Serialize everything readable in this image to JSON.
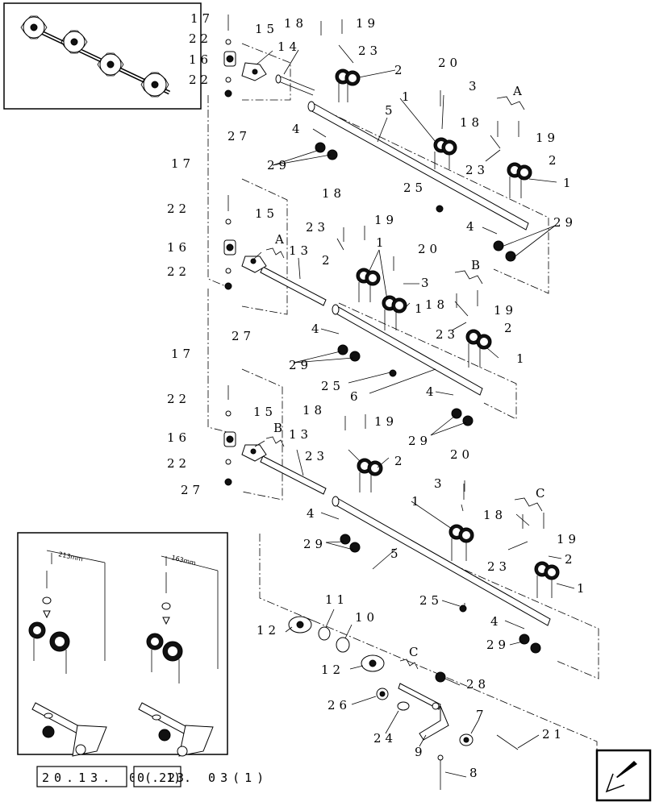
{
  "callouts": [
    {
      "id": "c17a",
      "text": "17"
    },
    {
      "id": "c22a",
      "text": "22"
    },
    {
      "id": "c16a",
      "text": "16"
    },
    {
      "id": "c22b",
      "text": "22"
    },
    {
      "id": "c27a",
      "text": "27"
    },
    {
      "id": "c15a",
      "text": "15"
    },
    {
      "id": "c14",
      "text": "14"
    },
    {
      "id": "c18a",
      "text": "18"
    },
    {
      "id": "c19a",
      "text": "19"
    },
    {
      "id": "c23a",
      "text": "23"
    },
    {
      "id": "c2a",
      "text": "2"
    },
    {
      "id": "c20a",
      "text": "20"
    },
    {
      "id": "c3a",
      "text": "3"
    },
    {
      "id": "c1a",
      "text": "1"
    },
    {
      "id": "c5a",
      "text": "5"
    },
    {
      "id": "c4a",
      "text": "4"
    },
    {
      "id": "c29a",
      "text": "29"
    },
    {
      "id": "cA1",
      "text": "A"
    },
    {
      "id": "c18b",
      "text": "18"
    },
    {
      "id": "c19b",
      "text": "19"
    },
    {
      "id": "c23b",
      "text": "23"
    },
    {
      "id": "c2b",
      "text": "2"
    },
    {
      "id": "c1b",
      "text": "1"
    },
    {
      "id": "c25a",
      "text": "25"
    },
    {
      "id": "c4b",
      "text": "4"
    },
    {
      "id": "c29b",
      "text": "29"
    },
    {
      "id": "c17b",
      "text": "17"
    },
    {
      "id": "c22c",
      "text": "22"
    },
    {
      "id": "c16b",
      "text": "16"
    },
    {
      "id": "c22d",
      "text": "22"
    },
    {
      "id": "c27b",
      "text": "27"
    },
    {
      "id": "c15b",
      "text": "15"
    },
    {
      "id": "cA2",
      "text": "A"
    },
    {
      "id": "c13a",
      "text": "13"
    },
    {
      "id": "c18c",
      "text": "18"
    },
    {
      "id": "c23c",
      "text": "23"
    },
    {
      "id": "c19c",
      "text": "19"
    },
    {
      "id": "c2c",
      "text": "2"
    },
    {
      "id": "c1c",
      "text": "1"
    },
    {
      "id": "c20b",
      "text": "20"
    },
    {
      "id": "c3b",
      "text": "3"
    },
    {
      "id": "c1d",
      "text": "1"
    },
    {
      "id": "cB1",
      "text": "B"
    },
    {
      "id": "c18d",
      "text": "18"
    },
    {
      "id": "c19d",
      "text": "19"
    },
    {
      "id": "c23d",
      "text": "23"
    },
    {
      "id": "c2d",
      "text": "2"
    },
    {
      "id": "c1e",
      "text": "1"
    },
    {
      "id": "c4c",
      "text": "4"
    },
    {
      "id": "c29c",
      "text": "29"
    },
    {
      "id": "c25b",
      "text": "25"
    },
    {
      "id": "c6",
      "text": "6"
    },
    {
      "id": "c4d",
      "text": "4"
    },
    {
      "id": "c29d",
      "text": "29"
    },
    {
      "id": "c17c",
      "text": "17"
    },
    {
      "id": "c22e",
      "text": "22"
    },
    {
      "id": "c16c",
      "text": "16"
    },
    {
      "id": "c22f",
      "text": "22"
    },
    {
      "id": "c27c",
      "text": "27"
    },
    {
      "id": "c15c",
      "text": "15"
    },
    {
      "id": "cB2",
      "text": "B"
    },
    {
      "id": "c13b",
      "text": "13"
    },
    {
      "id": "c18e",
      "text": "18"
    },
    {
      "id": "c19e",
      "text": "19"
    },
    {
      "id": "c23e",
      "text": "23"
    },
    {
      "id": "c2e",
      "text": "2"
    },
    {
      "id": "c1f",
      "text": "1"
    },
    {
      "id": "c20c",
      "text": "20"
    },
    {
      "id": "c3c",
      "text": "3"
    },
    {
      "id": "cC1",
      "text": "C"
    },
    {
      "id": "c18f",
      "text": "18"
    },
    {
      "id": "c19f",
      "text": "19"
    },
    {
      "id": "c23f",
      "text": "23"
    },
    {
      "id": "c2f",
      "text": "2"
    },
    {
      "id": "c1g",
      "text": "1"
    },
    {
      "id": "c4e",
      "text": "4"
    },
    {
      "id": "c29e",
      "text": "29"
    },
    {
      "id": "c5b",
      "text": "5"
    },
    {
      "id": "c25c",
      "text": "25"
    },
    {
      "id": "c4f",
      "text": "4"
    },
    {
      "id": "c29f",
      "text": "29"
    },
    {
      "id": "c11",
      "text": "11"
    },
    {
      "id": "c10",
      "text": "10"
    },
    {
      "id": "c12a",
      "text": "12"
    },
    {
      "id": "c12b",
      "text": "12"
    },
    {
      "id": "cC2",
      "text": "C"
    },
    {
      "id": "c28",
      "text": "28"
    },
    {
      "id": "c26",
      "text": "26"
    },
    {
      "id": "c24",
      "text": "24"
    },
    {
      "id": "c9",
      "text": "9"
    },
    {
      "id": "c7",
      "text": "7"
    },
    {
      "id": "c21",
      "text": "21"
    },
    {
      "id": "c8",
      "text": "8"
    }
  ],
  "inset": {
    "dim_left": "213mm",
    "dim_right": "163mm"
  },
  "reference": {
    "boxed_a": "20.13.",
    "boxed_b": "23",
    "plain_a": "0",
    "plain_b": "0(.21)",
    "plain_c": ". 03(1)"
  },
  "nav": {
    "icon": "back-arrow-icon"
  }
}
